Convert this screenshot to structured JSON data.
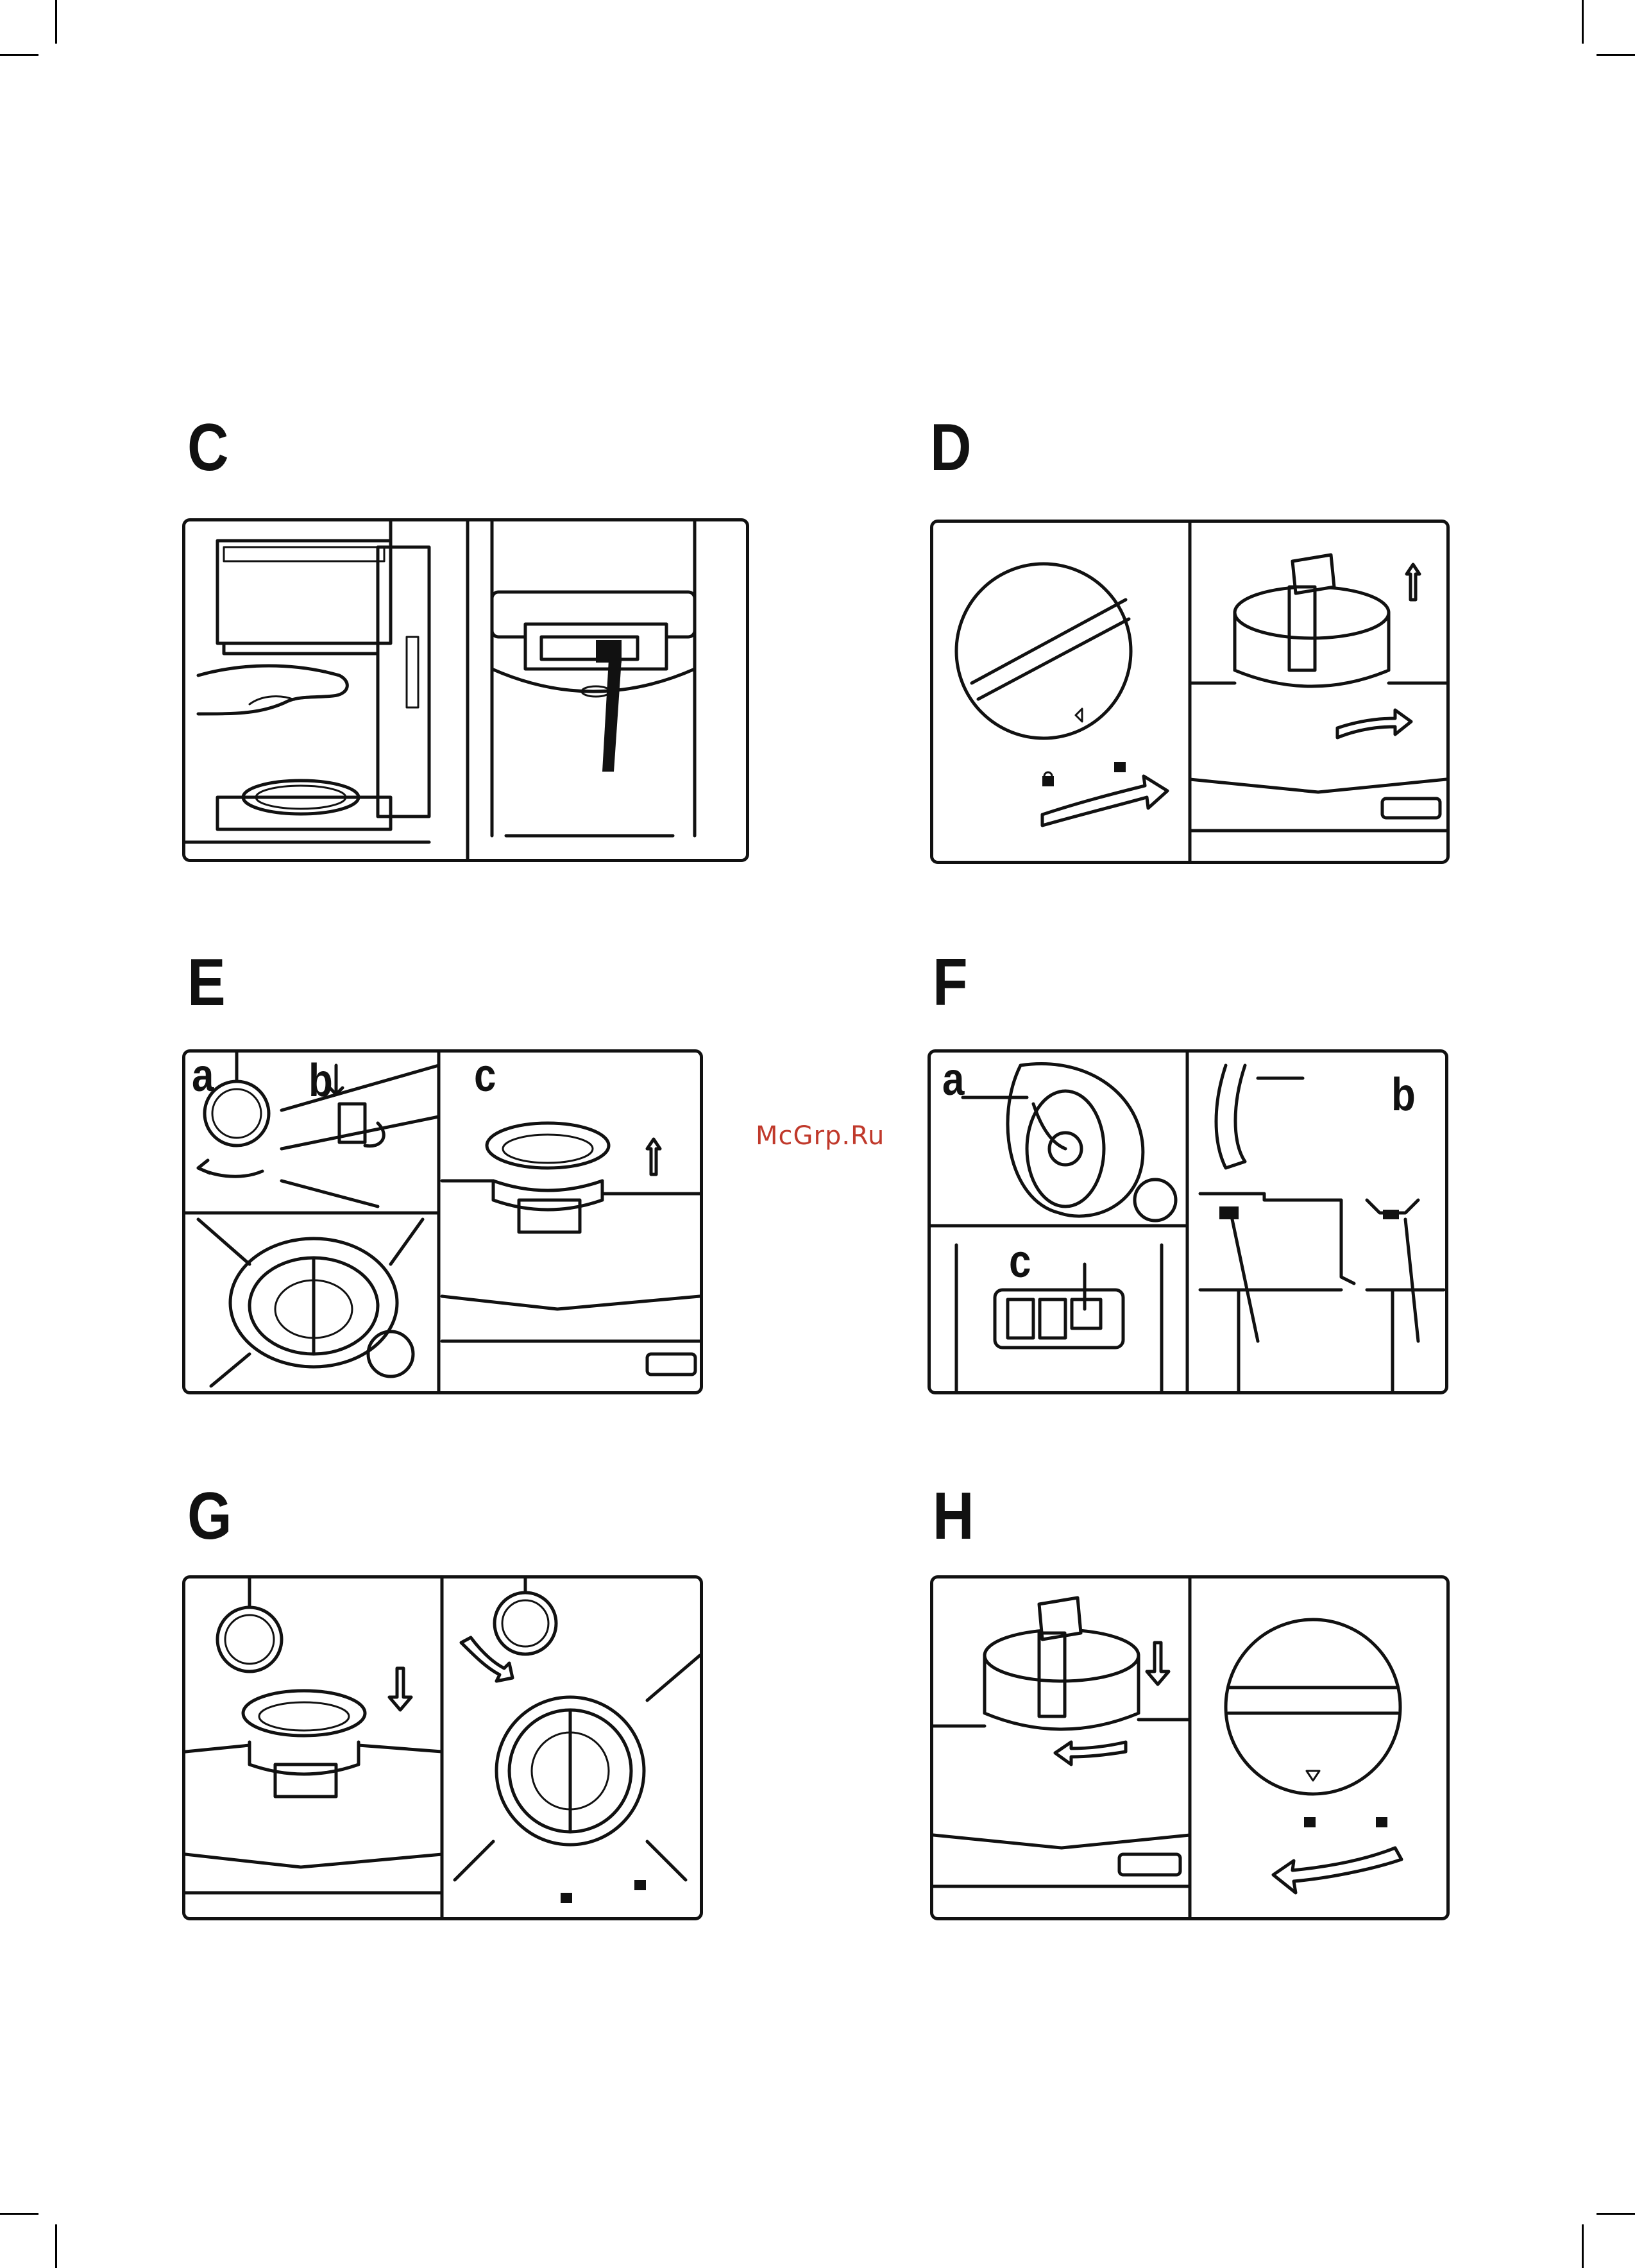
{
  "watermark": "McGrp.Ru",
  "sections": {
    "C": {
      "label": "C"
    },
    "D": {
      "label": "D"
    },
    "E": {
      "label": "E",
      "sub": [
        "a",
        "b",
        "c"
      ]
    },
    "F": {
      "label": "F",
      "sub": [
        "a",
        "b",
        "c"
      ]
    },
    "G": {
      "label": "G"
    },
    "H": {
      "label": "H"
    }
  }
}
